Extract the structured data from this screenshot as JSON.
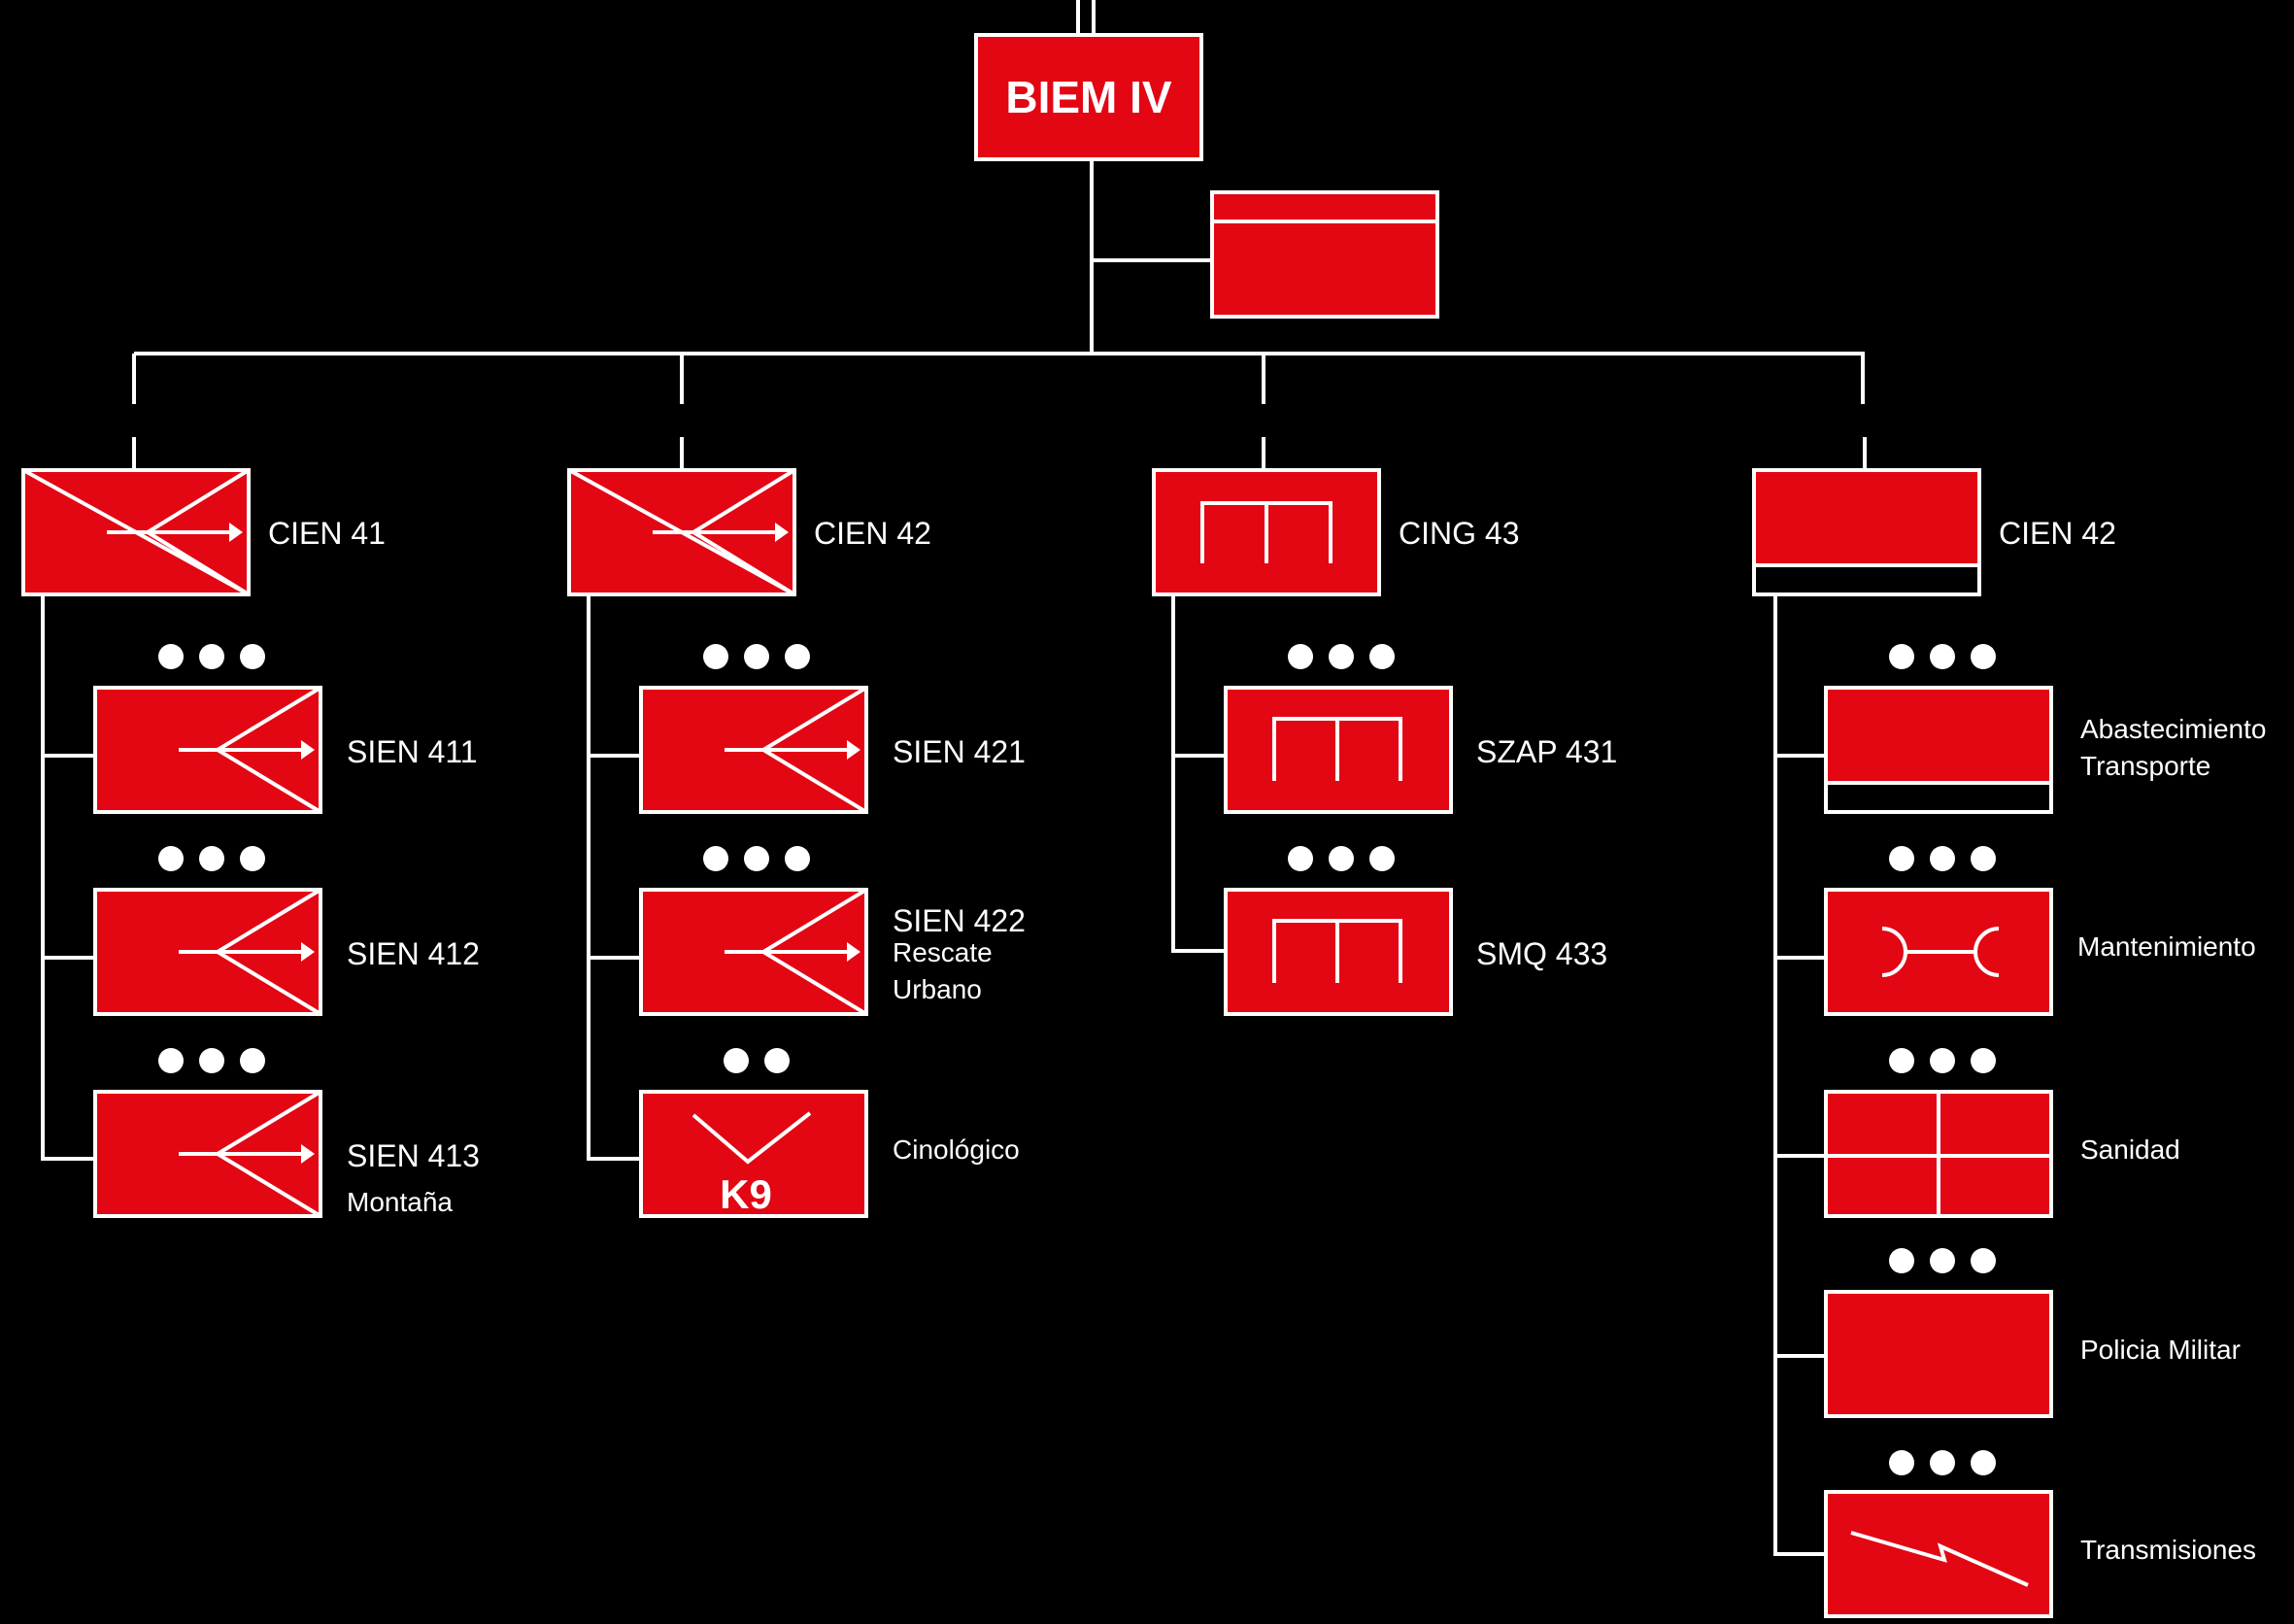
{
  "colors": {
    "unit_fill": "#e30613",
    "line": "#ffffff",
    "background": "#000000"
  },
  "hq": {
    "label": "BIEM IV"
  },
  "units": [
    {
      "label": "CIEN 41",
      "symbol": "engineer-arrow-icon",
      "subunits": [
        {
          "label": "SIEN 411",
          "symbol": "engineer-arrow-icon",
          "dots": 3
        },
        {
          "label": "SIEN 412",
          "symbol": "engineer-arrow-icon",
          "dots": 3
        },
        {
          "label": "SIEN 413",
          "note": "Montaña",
          "symbol": "engineer-arrow-icon",
          "dots": 3
        }
      ]
    },
    {
      "label": "CIEN 42",
      "symbol": "engineer-arrow-icon",
      "subunits": [
        {
          "label": "SIEN 421",
          "symbol": "engineer-arrow-icon",
          "dots": 3
        },
        {
          "label": "SIEN 422",
          "note_lines": [
            "Rescate",
            "Urbano"
          ],
          "symbol": "engineer-arrow-icon",
          "dots": 3
        },
        {
          "label": "Cinológico",
          "box_text": "K9",
          "symbol": "dog-chevron-icon",
          "dots": 2
        }
      ]
    },
    {
      "label": "CING 43",
      "symbol": "engineer-bracket-icon",
      "subunits": [
        {
          "label": "SZAP 431",
          "symbol": "engineer-bracket-icon",
          "dots": 3
        },
        {
          "label": "SMQ 433",
          "symbol": "engineer-bracket-icon",
          "dots": 3
        }
      ]
    },
    {
      "label": "CIEN 42",
      "symbol": "support-bar-icon",
      "subunits": [
        {
          "label_lines": [
            "Abastecimiento",
            "Transporte"
          ],
          "symbol": "support-bar-icon",
          "dots": 3
        },
        {
          "label": "Mantenimiento",
          "symbol": "maintenance-icon",
          "dots": 3
        },
        {
          "label": "Sanidad",
          "symbol": "medical-cross-icon",
          "dots": 3
        },
        {
          "label": "Policia Militar",
          "symbol": "military-police-icon",
          "dots": 3
        },
        {
          "label": "Transmisiones",
          "symbol": "signal-lightning-icon",
          "dots": 3
        }
      ]
    }
  ]
}
